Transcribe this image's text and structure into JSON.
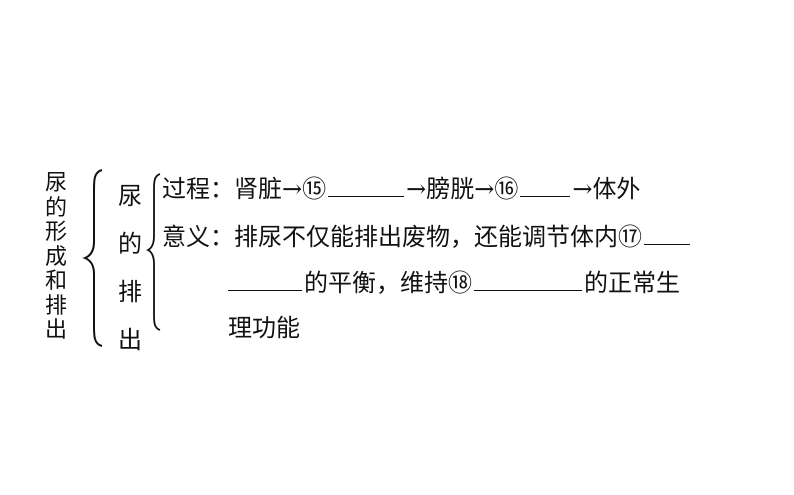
{
  "outer_title": [
    "尿",
    "的",
    "形",
    "成",
    "和",
    "排",
    "出"
  ],
  "inner_title": [
    "尿",
    "的",
    "排",
    "出"
  ],
  "process": {
    "label": "过程：",
    "seg1": "肾脏→⑮",
    "seg2": "→膀胱→⑯",
    "seg3": "→体外"
  },
  "meaning": {
    "label": "意义：",
    "line1": "排尿不仅能排出废物，还能调节体内⑰",
    "line2_a": "的平衡，维持⑱",
    "line2_b": "的正常生",
    "line3": "理功能"
  },
  "colors": {
    "text": "#111111",
    "background": "#ffffff"
  }
}
